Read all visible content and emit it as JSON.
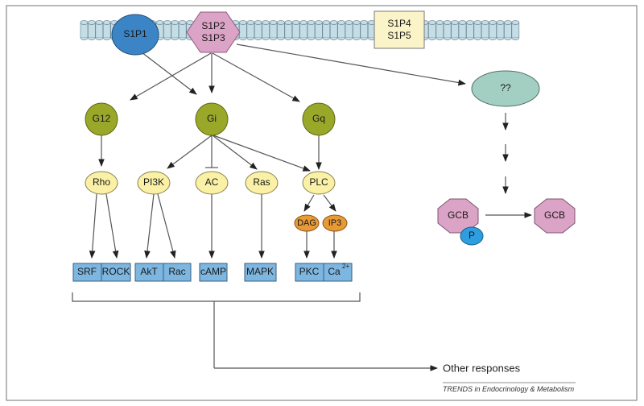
{
  "receptors": {
    "s1p1": "S1P1",
    "s1p2_s1p3": [
      "S1P2",
      "S1P3"
    ],
    "s1p4_s1p5": [
      "S1P4",
      "S1P5"
    ]
  },
  "g_proteins": [
    "G12",
    "Gi",
    "Gq"
  ],
  "effectors": [
    "Rho",
    "PI3K",
    "AC",
    "Ras",
    "PLC"
  ],
  "second_messengers": [
    "DAG",
    "IP3"
  ],
  "outputs": {
    "srf": "SRF",
    "rock": "ROCK",
    "akt": "AkT",
    "rac": "Rac",
    "camp": "cAMP",
    "mapk": "MAPK",
    "pkc": "PKC",
    "ca": "Ca",
    "ca_sup": "2+"
  },
  "unknown": "??",
  "gcb": [
    "GCB",
    "GCB"
  ],
  "phosphate": "P",
  "other_responses": "Other responses",
  "footer": "TRENDS in Endocrinology & Metabolism",
  "colors": {
    "membrane": "#c5dde6",
    "s1p1": "#3b85c6",
    "s1p23": "#dba3c6",
    "s1p45": "#fbf4c8",
    "gprotein": "#9aa82a",
    "effector": "#faf1a6",
    "messenger": "#e89a36",
    "output": "#7db6e0",
    "unknown": "#a3cfc3",
    "gcb": "#dba3c6",
    "phosphate": "#2d9ee0"
  }
}
